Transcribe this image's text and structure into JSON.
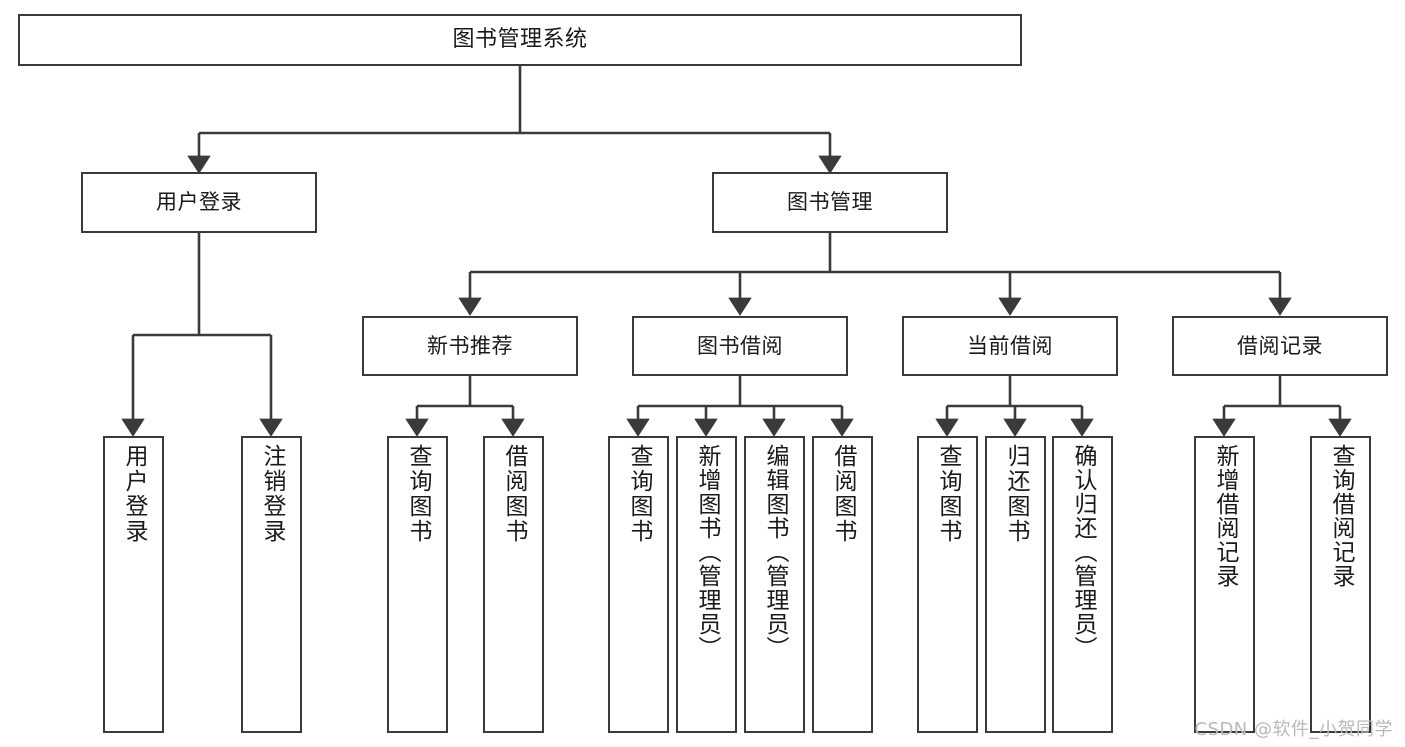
{
  "diagram": {
    "title": "图书管理系统",
    "watermark": "CSDN @软件_小贺同学",
    "colors": {
      "box_border": "#3a3a3a",
      "box_fill": "#ffffff",
      "connector": "#3a3a3a",
      "text": "#1a1a1a",
      "watermark": "#b9b9b9",
      "background": "#ffffff"
    },
    "root": {
      "label": "图书管理系统"
    },
    "level2": [
      {
        "label": "用户登录"
      },
      {
        "label": "图书管理"
      }
    ],
    "level3": [
      {
        "label": "新书推荐"
      },
      {
        "label": "图书借阅"
      },
      {
        "label": "当前借阅"
      },
      {
        "label": "借阅记录"
      }
    ],
    "leaves": {
      "user_login": [
        {
          "label": "用户登录"
        },
        {
          "label": "注销登录"
        }
      ],
      "new_book_recommend": [
        {
          "label": "查询图书"
        },
        {
          "label": "借阅图书"
        }
      ],
      "book_borrow": [
        {
          "label": "查询图书"
        },
        {
          "label": "新增图书（管理员）"
        },
        {
          "label": "编辑图书（管理员）"
        },
        {
          "label": "借阅图书"
        }
      ],
      "current_borrow": [
        {
          "label": "查询图书"
        },
        {
          "label": "归还图书"
        },
        {
          "label": "确认归还（管理员）"
        }
      ],
      "borrow_record": [
        {
          "label": "新增借阅记录"
        },
        {
          "label": "查询借阅记录"
        }
      ]
    }
  }
}
